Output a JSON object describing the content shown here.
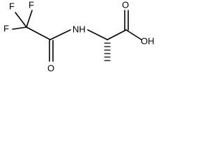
{
  "molecule": {
    "atoms": {
      "f_top_left": "F",
      "f_top_right": "F",
      "f_left": "F",
      "amide_nh": "NH",
      "amide_oxygen": "O",
      "acid_carbonyl_oxygen": "O",
      "acid_hydroxyl": "OH"
    }
  }
}
